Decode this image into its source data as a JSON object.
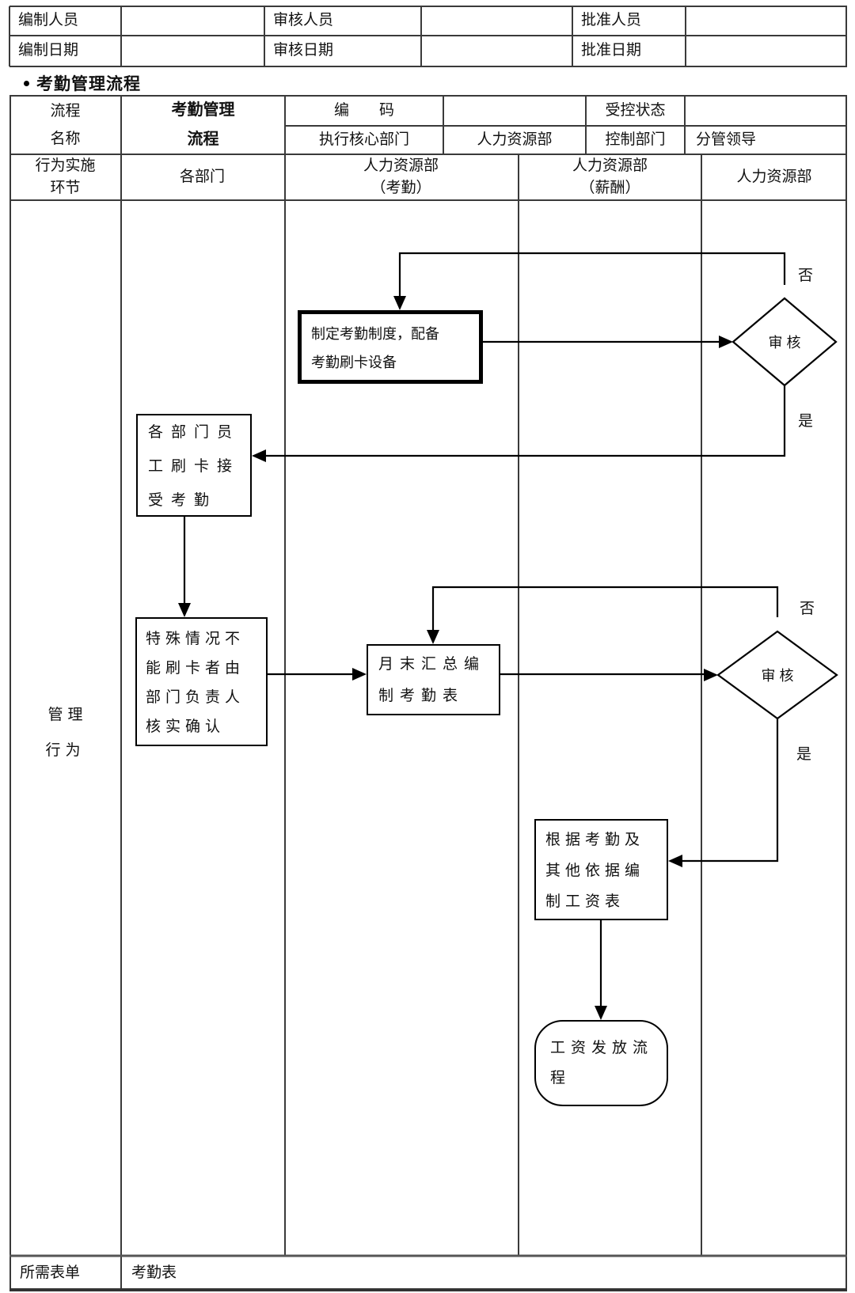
{
  "page_title": "考勤管理流程",
  "bullet_glyph": "",
  "top_table": {
    "rows": [
      [
        "编制人员",
        "",
        "审核人员",
        "",
        "批准人员",
        ""
      ],
      [
        "编制日期",
        "",
        "审核日期",
        "",
        "批准日期",
        ""
      ]
    ]
  },
  "info_table": {
    "process_name_label": "流程\n名称",
    "process_name_value": "考勤管理\n流程",
    "code_label": "编　　码",
    "code_value": "",
    "controlled_status_label": "受控状态",
    "controlled_status_value": "",
    "core_dept_label": "执行核心部门",
    "core_dept_value": "人力资源部",
    "control_dept_label": "控制部门",
    "control_dept_value": "分管领导"
  },
  "column_headers": {
    "action_stage": "行为实施\n环节",
    "col_departments": "各部门",
    "col_hr_attendance": "人力资源部\n（考勤）",
    "col_hr_payroll": "人力资源部\n（薪酬）",
    "col_hr": "人力资源部"
  },
  "row_labels": {
    "management_behavior": "管理\n行为",
    "required_forms_label": "所需表单",
    "required_forms_value": "考勤表"
  },
  "flow": {
    "make_system": "制定考勤制度，配备\n考勤刷卡设备",
    "swipe_card": "各部门员\n工刷卡接\n受考勤",
    "special_case": "特殊情况不\n能刷卡者由\n部门负责人\n核实确认",
    "monthly_summary": "月末汇总编\n制考勤表",
    "payroll_sheet": "根据考勤及\n其他依据编\n制工资表",
    "pay_process": "工资发放流\n程",
    "review1": "审核",
    "review2": "审核",
    "no1": "否",
    "yes1": "是",
    "no2": "否",
    "yes2": "是"
  },
  "colors": {
    "grid": "#3a3a3a",
    "flow_line": "#000000",
    "text": "#111111",
    "background": "#ffffff"
  }
}
